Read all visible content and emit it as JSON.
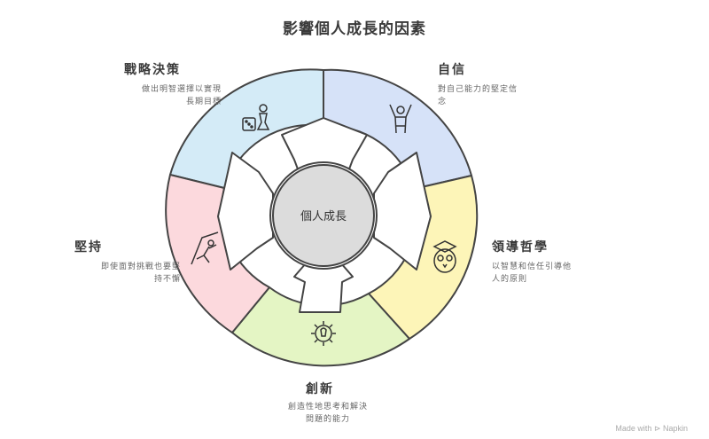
{
  "title": "影響個人成長的因素",
  "center": "個人成長",
  "segments": [
    {
      "id": "strategy",
      "title": "戰略決策",
      "desc_lines": [
        "做出明智選擇以實現",
        "長期目標"
      ],
      "color": "#d4ebf7",
      "icon": "dice-pawn-icon"
    },
    {
      "id": "confidence",
      "title": "自信",
      "desc_lines": [
        "對自己能力的堅定信",
        "念"
      ],
      "color": "#d6e2f8",
      "icon": "cheering-person-icon"
    },
    {
      "id": "leadership",
      "title": "領導哲學",
      "desc_lines": [
        "以智慧和信任引導他",
        "人的原則"
      ],
      "color": "#fdf5b8",
      "icon": "owl-graduate-icon"
    },
    {
      "id": "innovation",
      "title": "創新",
      "desc_lines": [
        "創造性地思考和解決",
        "問題的能力"
      ],
      "color": "#e4f5c4",
      "icon": "gear-bulb-icon"
    },
    {
      "id": "perseverance",
      "title": "堅持",
      "desc_lines": [
        "即使面對挑戰也要堅",
        "持不懈"
      ],
      "color": "#fcd9dd",
      "icon": "climber-icon"
    }
  ],
  "footer": "Made with ⊳ Napkin"
}
